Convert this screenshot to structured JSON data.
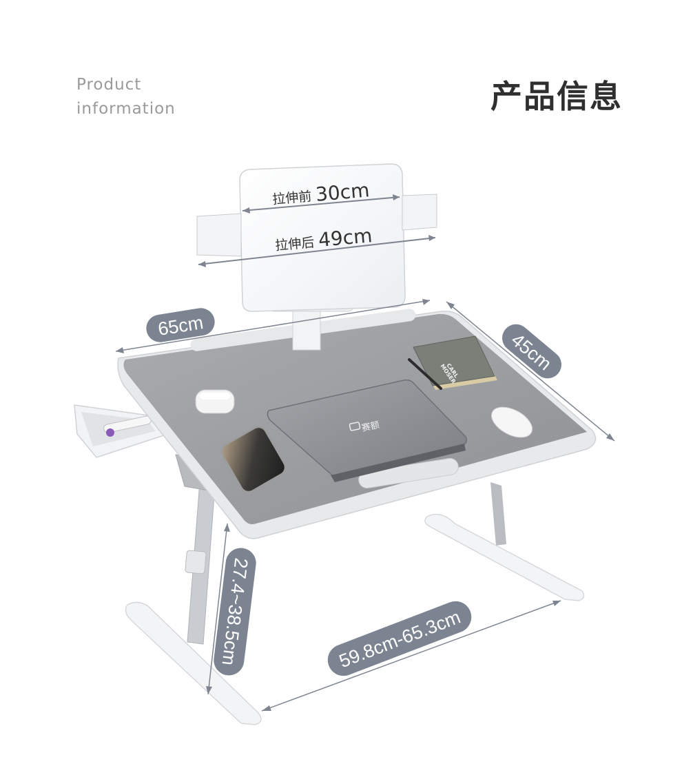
{
  "header": {
    "subtitle_line1": "Product",
    "subtitle_line2": "information",
    "title": "产品信息"
  },
  "dimensions": {
    "holder_before_label": "拉伸前",
    "holder_before_value": "30cm",
    "holder_after_label": "拉伸后",
    "holder_after_value": "49cm",
    "width": "65cm",
    "depth": "45cm",
    "height": "27.4~38.5cm",
    "leg_span": "59.8cm-65.3cm"
  },
  "desk_items": {
    "laptop_logo": "赛额",
    "notebook_text_line1": "CARL",
    "notebook_text_line2": "MOSER"
  },
  "colors": {
    "pill": "#7b8490",
    "desktop": "#9ea0a4",
    "frame": "#e9eaec",
    "title": "#2f2f2f",
    "subtitle": "#9a9a9a"
  }
}
